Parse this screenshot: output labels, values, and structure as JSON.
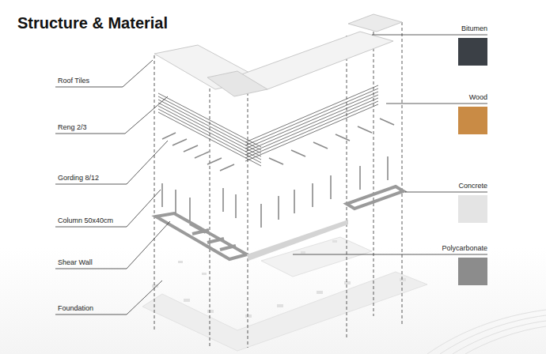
{
  "diagram": {
    "title": "Structure & Material",
    "labels": [
      "Roof Tiles",
      "Reng 2/3",
      "Gording 8/12",
      "Column 50x40cm",
      "Shear Wall",
      "Foundation"
    ],
    "legend": [
      {
        "text": "Bitumen",
        "color": "#3b4046"
      },
      {
        "text": "Wood",
        "color": "#c98b45"
      },
      {
        "text": "Concrete",
        "color": "#e4e4e4"
      },
      {
        "text": "Polycarbonate",
        "color": "#8c8c8c"
      }
    ]
  }
}
